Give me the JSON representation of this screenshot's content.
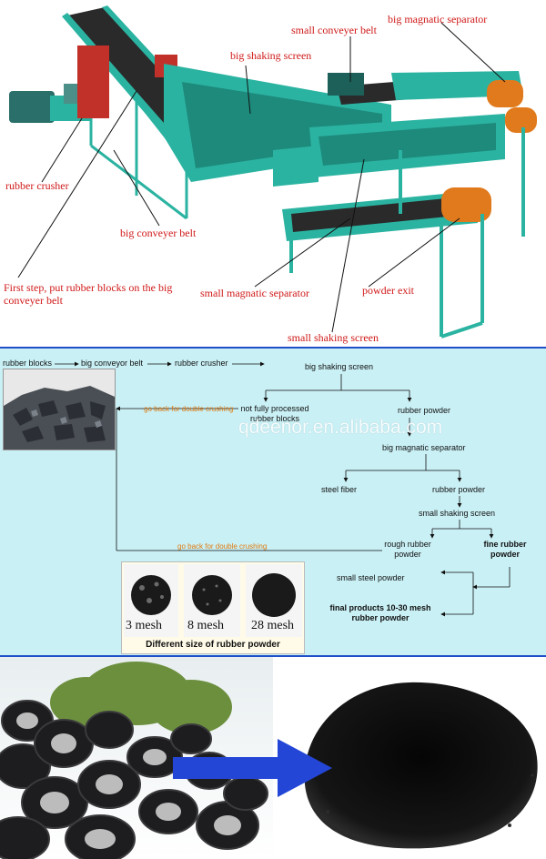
{
  "machine": {
    "labels": {
      "rubber_crusher": "rubber crusher",
      "big_shaking_screen": "big shaking screen",
      "small_conveyer_belt": "small conveyer belt",
      "big_magnetic_separator": "big magnatic separator",
      "big_conveyer_belt": "big conveyer belt",
      "first_step": "First step, put rubber blocks on the big conveyer belt",
      "small_magnetic_separator": "small magnatic separator",
      "powder_exit": "powder exit",
      "small_shaking_screen": "small shaking screen"
    }
  },
  "flowchart": {
    "rubber_blocks": "rubber blocks",
    "big_conveyor_belt": "big conveyor belt",
    "rubber_crusher": "rubber crusher",
    "big_shaking_screen": "big shaking screen",
    "go_back_1": "go back for double crushing",
    "not_fully_processed": "not fully processed rubber blocks",
    "rubber_powder_1": "rubber powder",
    "watermark": "qdeenor.en.alibaba.com",
    "big_magnetic_separator": "big magnatic separator",
    "steel_fiber": "steel fiber",
    "rubber_powder_2": "rubber powder",
    "small_shaking_screen": "small shaking screen",
    "go_back_2": "go back for double crushing",
    "rough_rubber_powder": "rough rubber powder",
    "fine_rubber_powder": "fine rubber powder",
    "small_steel_powder": "small steel powder",
    "final_products": "final products 10-30 mesh rubber powder",
    "mesh_sizes": [
      "3 mesh",
      "8 mesh",
      "28 mesh"
    ],
    "mesh_caption": "Different size of rubber powder"
  },
  "colors": {
    "machine_frame": "#2bb3a1",
    "conveyor_belt": "#2a2a2a",
    "orange_drum": "#e07a1c",
    "label_red": "#d01818",
    "flow_background": "#c9f0f5",
    "arrow_blue": "#2346d6"
  }
}
